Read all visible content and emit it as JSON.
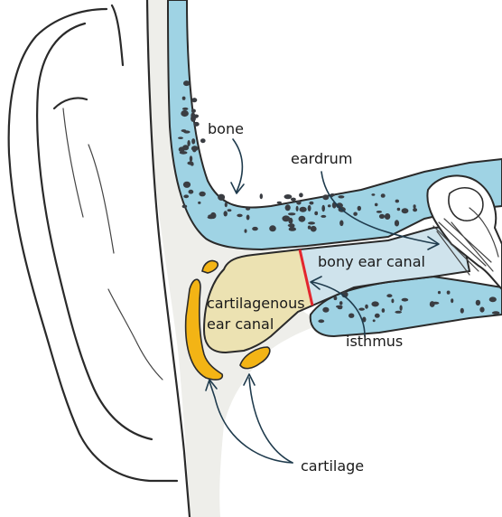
{
  "labels": {
    "bone": "bone",
    "eardrum": "eardrum",
    "bony_ear_canal": "bony ear canal",
    "cartilagenous_line1": "cartilagenous",
    "cartilagenous_line2": "ear canal",
    "isthmus": "isthmus",
    "cartilage": "cartilage"
  },
  "colors": {
    "bone_fill": "#9fd3e4",
    "bony_canal_fill": "#cfe3ec",
    "cartilage_canal_fill": "#ece2b2",
    "cartilage_fill": "#f3b415",
    "soft_tissue_fill": "#eeeeea",
    "isthmus_line": "#e3262e",
    "outline": "#2a2a2a"
  }
}
